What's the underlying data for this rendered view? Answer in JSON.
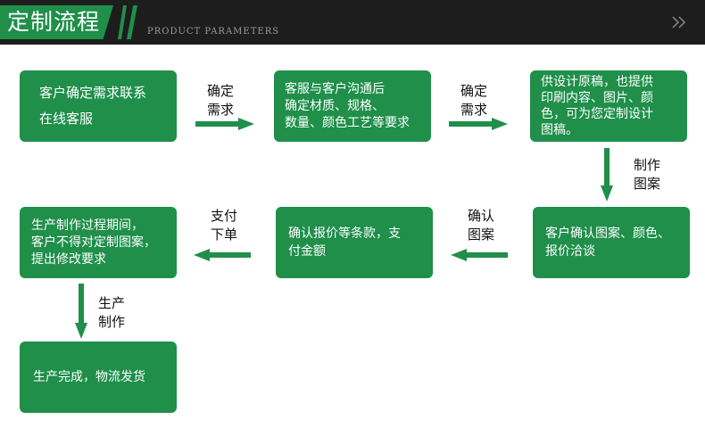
{
  "header": {
    "title": "定制流程",
    "subtitle": "PRODUCT PARAMETERS",
    "more_glyph": "»"
  },
  "colors": {
    "accent": "#1f8f4a",
    "header_bg": "#1d1d1d",
    "text_dark": "#111111"
  },
  "steps": [
    {
      "lines": [
        "客户确定需求联系",
        "在线客服"
      ]
    },
    {
      "lines": [
        "客服与客户沟通后",
        "确定材质、规格、",
        "数量、颜色工艺等要求"
      ]
    },
    {
      "lines": [
        "供设计原稿，也提供",
        "印刷内容、图片、颜",
        "色，可为您定制设计",
        "图稿。"
      ]
    },
    {
      "lines": [
        "客户确认图案、颜色、",
        "报价洽谈"
      ]
    },
    {
      "lines": [
        "确认报价等条款，支",
        "付金额"
      ]
    },
    {
      "lines": [
        "生产制作过程期间，",
        "客户不得对定制图案，",
        "提出修改要求"
      ]
    },
    {
      "lines": [
        "生产完成，物流发货"
      ]
    }
  ],
  "connectors": [
    {
      "lines": [
        "确定",
        "需求"
      ]
    },
    {
      "lines": [
        "确定",
        "需求"
      ]
    },
    {
      "lines": [
        "制作",
        "图案"
      ]
    },
    {
      "lines": [
        "确认",
        "图案"
      ]
    },
    {
      "lines": [
        "支付",
        "下单"
      ]
    },
    {
      "lines": [
        "生产",
        "制作"
      ]
    }
  ]
}
